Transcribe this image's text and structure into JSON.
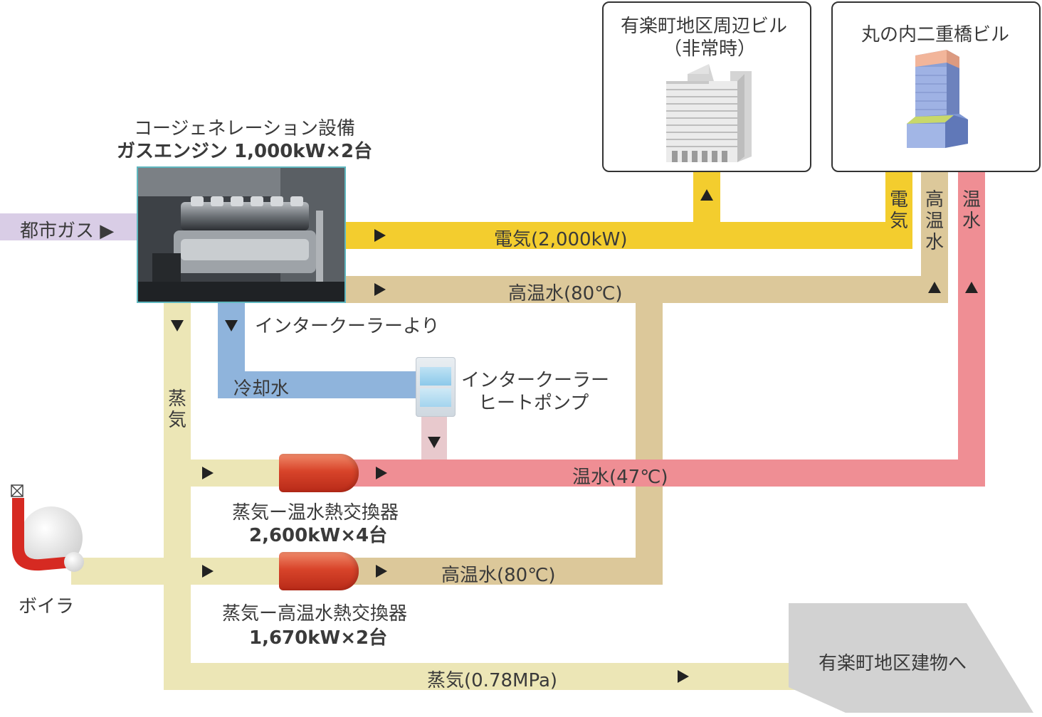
{
  "cogen": {
    "title": "コージェネレーション設備",
    "spec": "ガスエンジン 1,000kW×2台"
  },
  "city_gas": "都市ガス ▶",
  "buildings": {
    "yurakucho": {
      "line1": "有楽町地区周辺ビル",
      "line2": "（非常時）"
    },
    "marunouchi": {
      "line1": "丸の内二重橋ビル"
    }
  },
  "flows": {
    "electricity": "電気(2,000kW)",
    "hot_water_high_top": "高温水(80℃)",
    "intercooler_from": "インタークーラーより",
    "cooling_water": "冷却水",
    "hot_water_47": "温水(47℃)",
    "hot_water_high_bottom": "高温水(80℃)",
    "steam_main": "蒸気(0.78MPa)",
    "vertical_electricity": "電\n気",
    "vertical_high_temp": "高\n温\n水",
    "vertical_warm": "温\n水",
    "vertical_steam": "蒸\n気"
  },
  "heat_pump": {
    "line1": "インタークーラー",
    "line2": "ヒートポンプ"
  },
  "hx_warm": {
    "name": "蒸気ー温水熱交換器",
    "spec": "2,600kW×4台"
  },
  "hx_high": {
    "name": "蒸気ー高温水熱交換器",
    "spec": "1,670kW×2台"
  },
  "boiler": "ボイラ",
  "destination": "有楽町地区建物へ",
  "colors": {
    "electric": "#f3cd2e",
    "high_temp": "#dcc89a",
    "steam": "#ece6b6",
    "warm": "#ef8e94",
    "cooling": "#8fb4dc",
    "gas": "#d9cde6"
  }
}
